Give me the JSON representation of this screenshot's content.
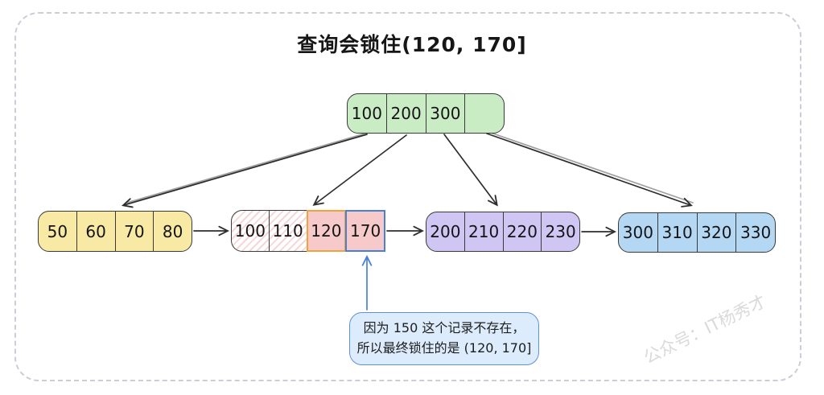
{
  "title": "查询会锁住(120, 170]",
  "watermark": "公众号：IT杨秀才",
  "tree": {
    "root": {
      "cells": [
        "100",
        "200",
        "300",
        ""
      ]
    },
    "leaves": [
      {
        "name": "leaf-50",
        "cells": [
          "50",
          "60",
          "70",
          "80"
        ]
      },
      {
        "name": "leaf-100",
        "cells": [
          "100",
          "110",
          "120",
          "170"
        ]
      },
      {
        "name": "leaf-200",
        "cells": [
          "200",
          "210",
          "220",
          "230"
        ]
      },
      {
        "name": "leaf-300",
        "cells": [
          "300",
          "310",
          "320",
          "330"
        ]
      }
    ],
    "locked_cells": [
      "120",
      "170"
    ]
  },
  "callout": {
    "line1": "因为 150 这个记录不存在，",
    "line2": "所以最终锁住的是 (120, 170]"
  },
  "colors": {
    "root_fill": "#c9ecc4",
    "leaf_yellow_fill": "#f8e9a4",
    "leaf_purple_fill": "#d0c6f4",
    "leaf_blue_fill": "#b4d8f3",
    "locked_pink_fill": "#f6caca",
    "lock_orange_border": "#f0a23d",
    "lock_blue_border": "#4a7fd6",
    "hatch_pink": "#f6d7d7",
    "node_border": "#3a3a3a",
    "arrow_dark": "#2e2e2e",
    "arrow_blue": "#4a7fd6",
    "callout_fill": "#ddecfc",
    "callout_border": "#5e92dc",
    "frame_dash": "#c9ced7"
  }
}
